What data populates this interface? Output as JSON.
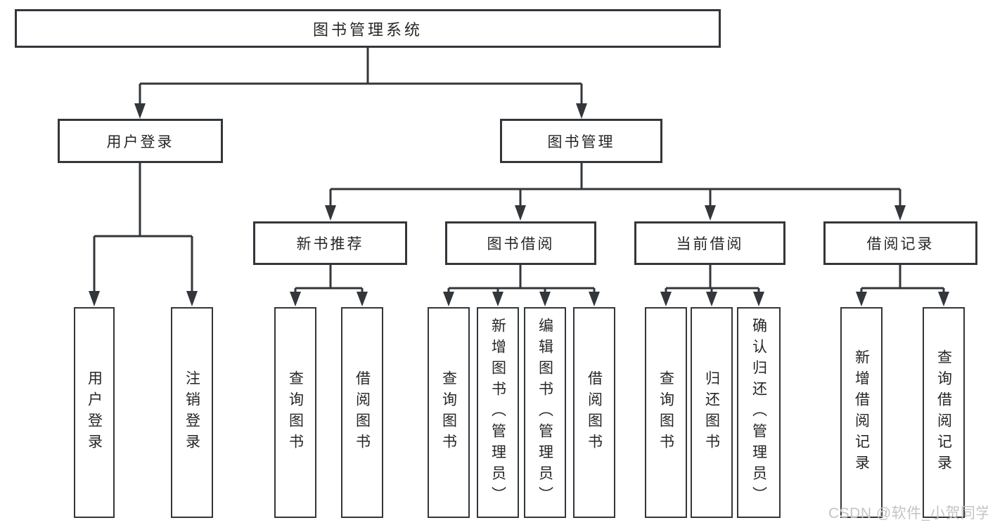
{
  "diagram": {
    "root": "图书管理系统",
    "userLogin": {
      "label": "用户登录",
      "children": [
        "用户登录",
        "注销登录"
      ]
    },
    "bookMgmt": {
      "label": "图书管理"
    },
    "newBooks": {
      "label": "新书推荐",
      "children": [
        "查询图书",
        "借阅图书"
      ]
    },
    "bookBorrow": {
      "label": "图书借阅",
      "children": [
        "查询图书",
        "新增图书（管理员）",
        "编辑图书（管理员）",
        "借阅图书"
      ]
    },
    "currentBorrow": {
      "label": "当前借阅",
      "children": [
        "查询图书",
        "归还图书",
        "确认归还（管理员）"
      ]
    },
    "borrowRecords": {
      "label": "借阅记录",
      "children": [
        "新增借阅记录",
        "查询借阅记录"
      ]
    },
    "watermark": "CSDN @软件_小贺同学",
    "colors": {
      "line": "#33363a",
      "text": "#262626",
      "background": "#ffffff",
      "watermark": "#c5c4c4"
    }
  }
}
